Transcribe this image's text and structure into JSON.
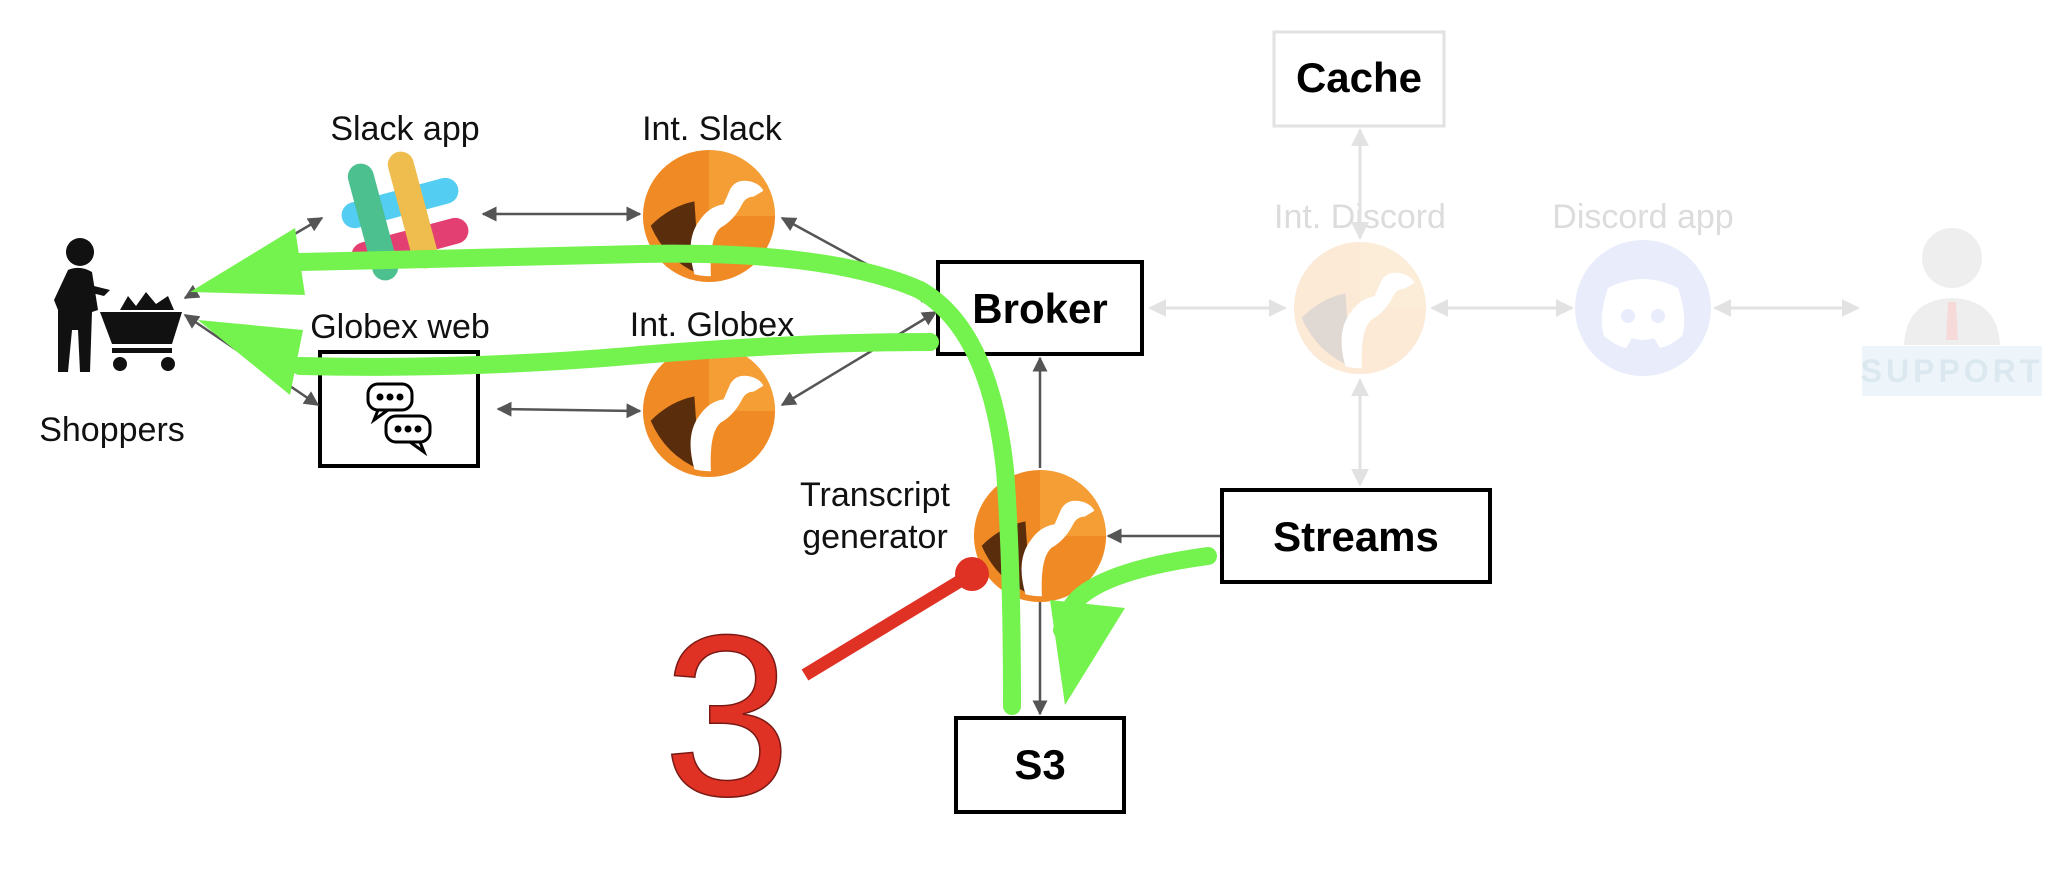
{
  "diagram": {
    "labels": {
      "shoppers": "Shoppers",
      "slack_app": "Slack app",
      "int_slack": "Int. Slack",
      "globex_web": "Globex web",
      "int_globex": "Int. Globex",
      "transcript_line1": "Transcript",
      "transcript_line2": "generator",
      "int_discord": "Int. Discord",
      "discord_app": "Discord app",
      "support": "SUPPORT"
    },
    "boxes": {
      "broker": "Broker",
      "streams": "Streams",
      "s3": "S3",
      "cache": "Cache"
    },
    "step_number": "3",
    "colors": {
      "flow_arrow": "#74f24e",
      "step_marker": "#e03125",
      "connector": "#555555",
      "faded": "#dcdcdc",
      "camel_orange": "#f08a24",
      "camel_dark": "#5a2d0c"
    },
    "icons": [
      "shopper-cart-icon",
      "slack-logo-icon",
      "chat-bubbles-icon",
      "camel-icon",
      "discord-logo-icon",
      "support-agent-icon"
    ]
  }
}
